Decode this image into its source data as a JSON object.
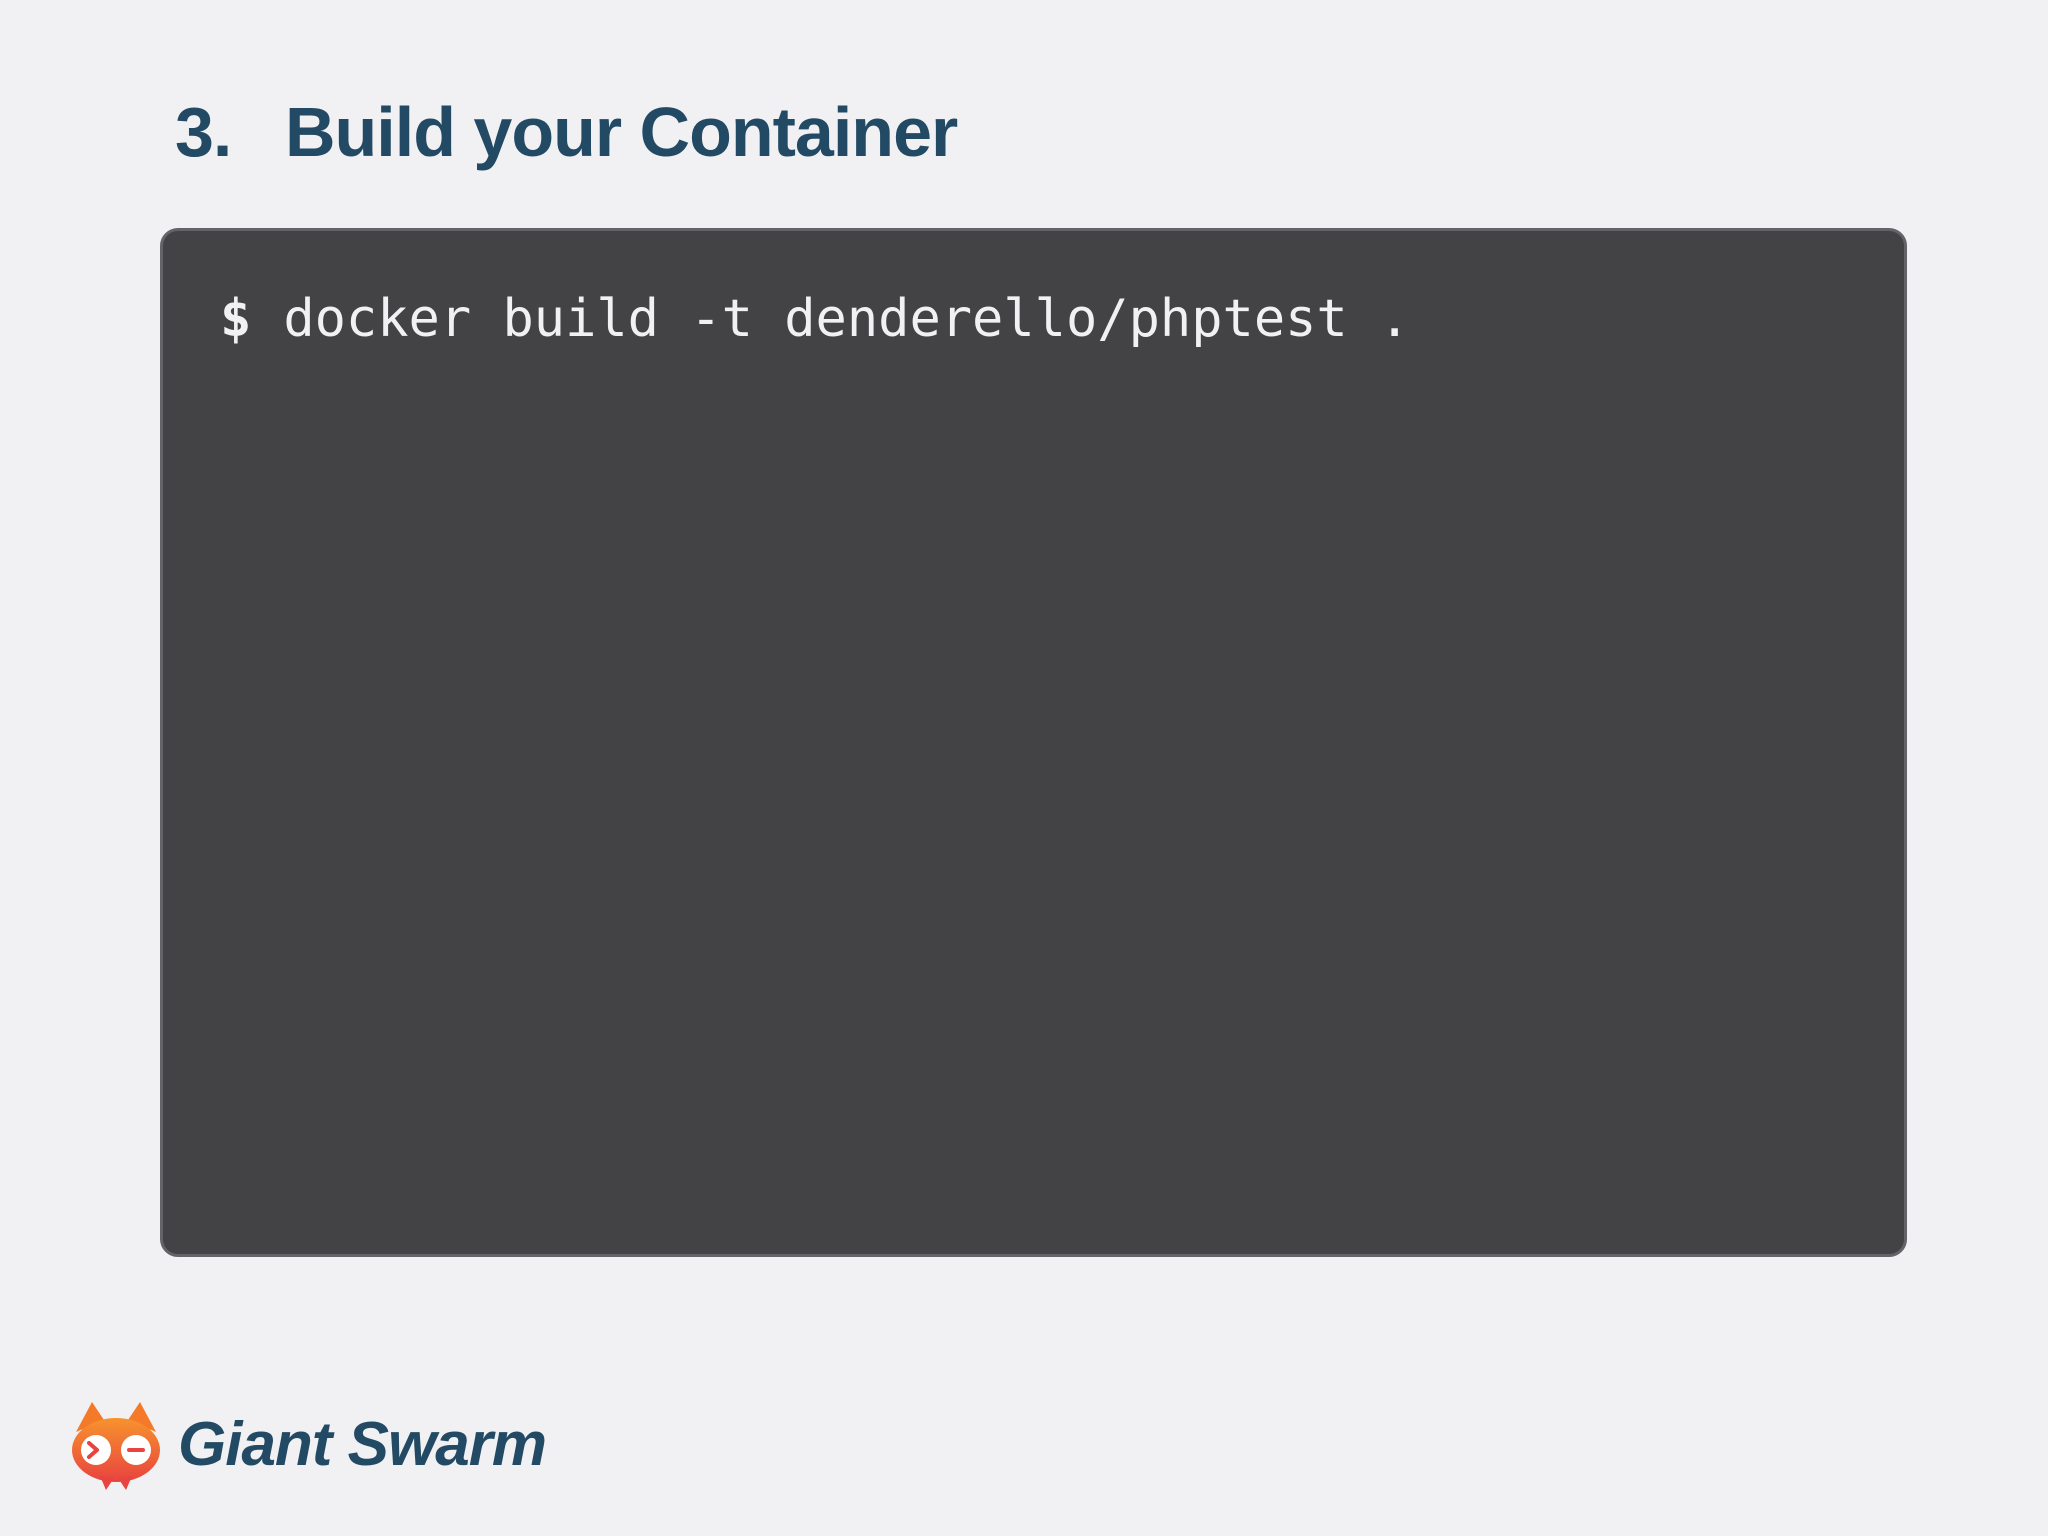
{
  "slide": {
    "number": "3.",
    "title": "Build your Container"
  },
  "terminal": {
    "prompt": "$",
    "command": "docker build -t denderello/phptest ."
  },
  "brand": {
    "logo_icon": "ant-mascot-icon",
    "name": "Giant Swarm",
    "colors": {
      "primary": "#234a64",
      "accent_orange": "#f47a2a",
      "accent_red": "#e8433f"
    }
  },
  "theme": {
    "background": "#f1f0f2",
    "terminal_background": "#434245",
    "terminal_text": "#f1f0f2"
  }
}
